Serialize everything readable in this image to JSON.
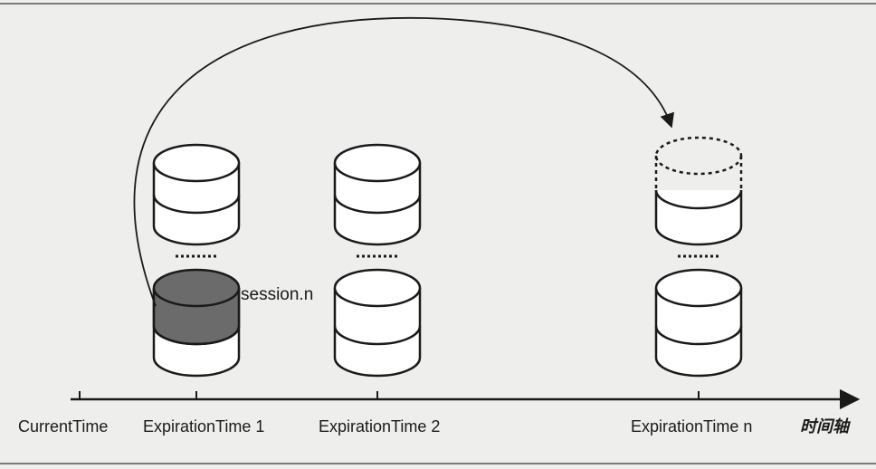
{
  "timeline": {
    "ticks": [
      {
        "id": "current",
        "label": "CurrentTime"
      },
      {
        "id": "exp1",
        "label": "ExpirationTime 1"
      },
      {
        "id": "exp2",
        "label": "ExpirationTime 2"
      },
      {
        "id": "expn",
        "label": "ExpirationTime n"
      }
    ],
    "axis_label": "时间轴"
  },
  "session_label": "session.n",
  "colors": {
    "stroke": "#1a1a1a",
    "session_fill": "#6b6b6b",
    "page": "#eeeeec"
  }
}
